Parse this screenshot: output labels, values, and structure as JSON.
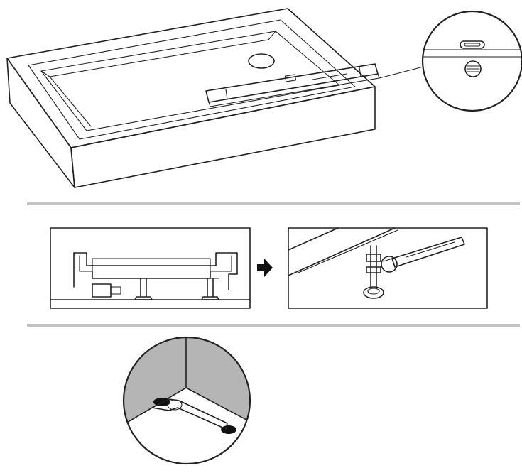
{
  "figure": {
    "kind": "installation-instruction-illustration",
    "steps": [
      {
        "id": "step-1",
        "depicts": "level-on-shower-tray",
        "detail_view": "bubble-vial-magnified"
      },
      {
        "id": "step-2",
        "depicts": "adjustable-feet-cross-section",
        "next": "wrench-adjusting-foot"
      },
      {
        "id": "step-3",
        "depicts": "corner-foot-with-wrench-in-circle"
      }
    ],
    "colors": {
      "ink": "#222222",
      "divider": "#c4c4c4",
      "wall_shading": "#b5b5b5",
      "background": "#ffffff"
    },
    "icons": [
      "arrow-right-icon",
      "wrench-icon",
      "spirit-level-icon",
      "magnifier-callout"
    ]
  }
}
